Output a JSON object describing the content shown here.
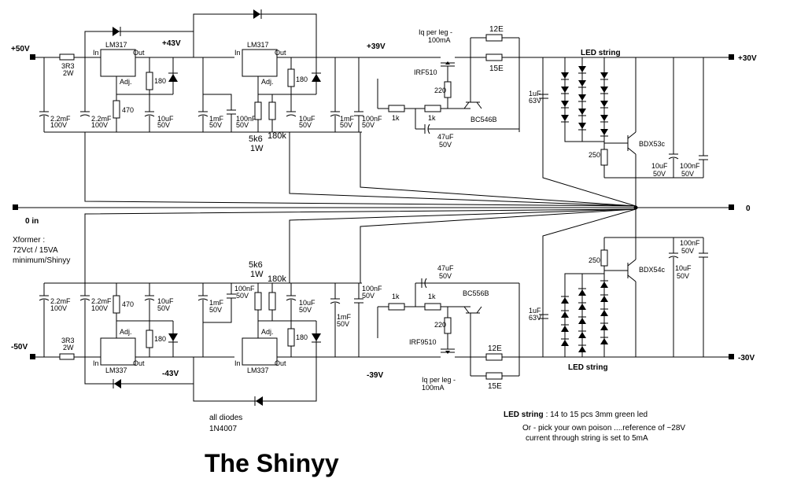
{
  "title": "The Shinyy",
  "rails": {
    "pos_in": "+50V",
    "neg_in": "-50V",
    "zero_in": "0 in",
    "zero_out": "0",
    "pos_out": "+30V",
    "neg_out": "-30V",
    "pos_43": "+43V",
    "neg_43": "-43V",
    "pos_39": "+39V",
    "neg_39": "-39V"
  },
  "xformer": [
    "Xformer :",
    "72Vct / 15VA",
    "minimum/Shinyy"
  ],
  "diodes_note": [
    "all diodes",
    "1N4007"
  ],
  "led_note": {
    "label": "LED string",
    "text": ": 14 to 15 pcs 3mm green led",
    "line2": "Or - pick your own poison ....reference of ~28V",
    "line3": "current through string is set to 5mA"
  },
  "top": {
    "r3r3": [
      "3R3",
      "2W"
    ],
    "c_in1": [
      "2.2mF",
      "100V"
    ],
    "c_in2": [
      "2.2mF",
      "100V"
    ],
    "reg1": "LM317",
    "reg1_in": "In",
    "reg1_out": "Out",
    "reg1_adj": "Adj.",
    "r180a": "180",
    "r470": "470",
    "c10u_a": [
      "10uF",
      "50V"
    ],
    "reg2": "LM317",
    "reg2_in": "In",
    "reg2_out": "Out",
    "reg2_adj": "Adj.",
    "r180b": "180",
    "c1mf": [
      "1mF",
      "50V"
    ],
    "c100n": [
      "100nF",
      "50V"
    ],
    "r5k6": [
      "5k6",
      "1W"
    ],
    "r180k": "180k",
    "c10u_b": [
      "10uF",
      "50V"
    ],
    "c1mf_b": [
      "1mF",
      "50V"
    ],
    "c100n_b": [
      "100nF",
      "50V"
    ],
    "iq": [
      "Iq per leg -",
      "100mA"
    ],
    "r12e": "12E",
    "r15e": "15E",
    "mosfet": "IRF510",
    "r220": "220",
    "r1k_a": "1k",
    "r1k_b": "1k",
    "bjt": "BC546B",
    "c47u": [
      "47uF",
      "50V"
    ],
    "led_label": "LED string",
    "c1u": [
      "1uF",
      "63V"
    ],
    "darl": "BDX53c",
    "r250": "250",
    "c10u_out": [
      "10uF",
      "50V"
    ],
    "c100n_out": [
      "100nF",
      "50V"
    ]
  },
  "bottom": {
    "r3r3": [
      "3R3",
      "2W"
    ],
    "c_in1": [
      "2.2mF",
      "100V"
    ],
    "c_in2": [
      "2.2mF",
      "100V"
    ],
    "reg1": "LM337",
    "reg1_in": "In",
    "reg1_out": "Out",
    "reg1_adj": "Adj.",
    "r180a": "180",
    "r470": "470",
    "c10u_a": [
      "10uF",
      "50V"
    ],
    "reg2": "LM337",
    "reg2_in": "In",
    "reg2_out": "Out",
    "reg2_adj": "Adj.",
    "r180b": "180",
    "c1mf": [
      "1mF",
      "50V"
    ],
    "c100n": [
      "100nF",
      "50V"
    ],
    "r5k6": [
      "5k6",
      "1W"
    ],
    "r180k": "180k",
    "c10u_b": [
      "10uF",
      "50V"
    ],
    "c1mf_b": [
      "1mF",
      "50V"
    ],
    "c100n_b": [
      "100nF",
      "50V"
    ],
    "iq": [
      "Iq per leg -",
      "100mA"
    ],
    "r12e": "12E",
    "r15e": "15E",
    "mosfet": "IRF9510",
    "r220": "220",
    "r1k_a": "1k",
    "r1k_b": "1k",
    "bjt": "BC556B",
    "c47u": [
      "47uF",
      "50V"
    ],
    "led_label": "LED string",
    "c1u": [
      "1uF",
      "63V"
    ],
    "darl": "BDX54c",
    "r250": "250",
    "c10u_out": [
      "10uF",
      "50V"
    ],
    "c100n_out": [
      "100nF",
      "50V"
    ]
  }
}
